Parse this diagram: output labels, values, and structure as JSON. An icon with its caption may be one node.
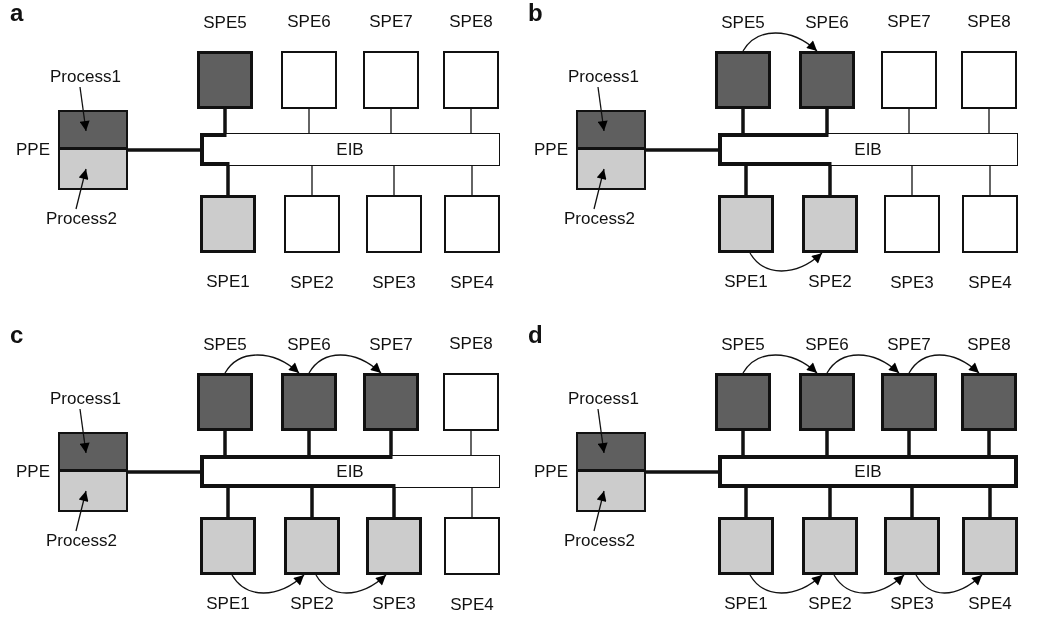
{
  "diagram": {
    "nodes": [
      {
        "text": [
          "PPE"
        ]
      },
      {
        "text": [],
        "shape": "box",
        "in": 0
      },
      {
        "text": [],
        "shape": "box",
        "in": 0
      },
      {
        "text": [
          "Process1"
        ]
      },
      {
        "text": [
          "Process2"
        ]
      },
      {
        "text": [
          "SPE5"
        ]
      },
      {
        "text": [
          "SPE6"
        ]
      },
      {
        "text": [
          "SPE7"
        ]
      },
      {
        "text": [
          "SPE8"
        ]
      },
      {
        "text": [
          "EIB"
        ]
      },
      {
        "text": [
          "SPE1"
        ]
      },
      {
        "text": [
          "SPE2"
        ]
      },
      {
        "text": [
          "SPE3"
        ]
      },
      {
        "text": [
          "SPE4"
        ]
      },
      {
        "text": [
          "PPE"
        ]
      },
      {
        "text": [],
        "shape": "box",
        "in": 14
      },
      {
        "text": [],
        "shape": "box",
        "in": 14
      },
      {
        "text": [
          "Process1"
        ]
      },
      {
        "text": [
          "Process2"
        ]
      },
      {
        "text": [
          "SPE5"
        ]
      },
      {
        "text": [
          "SPE6"
        ]
      },
      {
        "text": [
          "SPE7"
        ]
      },
      {
        "text": [
          "SPE8"
        ]
      },
      {
        "text": [
          "EIB"
        ]
      },
      {
        "text": [
          "SPE1"
        ]
      },
      {
        "text": [
          "SPE2"
        ]
      },
      {
        "text": [
          "SPE3"
        ]
      },
      {
        "text": [
          "SPE4"
        ]
      },
      {
        "text": [
          "PPE"
        ]
      },
      {
        "text": [],
        "shape": "box",
        "in": 28
      },
      {
        "text": [],
        "shape": "box",
        "in": 28
      },
      {
        "text": [
          "Process1"
        ]
      },
      {
        "text": [
          "Process2"
        ]
      },
      {
        "text": [
          "SPE5"
        ]
      },
      {
        "text": [
          "SPE6"
        ]
      },
      {
        "text": [
          "SPE7"
        ]
      },
      {
        "text": [
          "SPE8"
        ]
      },
      {
        "text": [
          "EIB"
        ]
      },
      {
        "text": [
          "SPE1"
        ]
      },
      {
        "text": [
          "SPE2"
        ]
      },
      {
        "text": [
          "SPE3"
        ]
      },
      {
        "text": [
          "SPE4"
        ]
      },
      {
        "text": [
          "PPE"
        ]
      },
      {
        "text": [],
        "shape": "box",
        "in": 42
      },
      {
        "text": [],
        "shape": "box",
        "in": 42
      },
      {
        "text": [
          "Process1"
        ]
      },
      {
        "text": [
          "Process2"
        ]
      },
      {
        "text": [
          "SPE5"
        ]
      },
      {
        "text": [
          "SPE6"
        ]
      },
      {
        "text": [
          "SPE7"
        ]
      },
      {
        "text": [
          "SPE8"
        ]
      },
      {
        "text": [
          "EIB"
        ]
      },
      {
        "text": [
          "SPE1"
        ]
      },
      {
        "text": [
          "SPE2"
        ]
      },
      {
        "text": [
          "SPE3"
        ]
      },
      {
        "text": [
          "SPE4"
        ]
      }
    ],
    "edges": [
      {
        "from": 3,
        "to": 1,
        "arrow": "to"
      },
      {
        "from": 4,
        "to": 2,
        "arrow": "to"
      },
      {
        "from": 0,
        "to": 9,
        "arrow": "none",
        "style": "thick"
      },
      {
        "from": 5,
        "to": 9,
        "arrow": "none",
        "style": "thick"
      },
      {
        "from": 6,
        "to": 9,
        "arrow": "none"
      },
      {
        "from": 7,
        "to": 9,
        "arrow": "none"
      },
      {
        "from": 8,
        "to": 9,
        "arrow": "none"
      },
      {
        "from": 10,
        "to": 9,
        "arrow": "none",
        "style": "thick"
      },
      {
        "from": 11,
        "to": 9,
        "arrow": "none"
      },
      {
        "from": 12,
        "to": 9,
        "arrow": "none"
      },
      {
        "from": 13,
        "to": 9,
        "arrow": "none"
      },
      {
        "from": 17,
        "to": 15,
        "arrow": "to"
      },
      {
        "from": 18,
        "to": 16,
        "arrow": "to"
      },
      {
        "from": 14,
        "to": 23,
        "arrow": "none",
        "style": "thick"
      },
      {
        "from": 19,
        "to": 23,
        "arrow": "none",
        "style": "thick"
      },
      {
        "from": 20,
        "to": 23,
        "arrow": "none",
        "style": "thick"
      },
      {
        "from": 21,
        "to": 23,
        "arrow": "none"
      },
      {
        "from": 22,
        "to": 23,
        "arrow": "none"
      },
      {
        "from": 24,
        "to": 23,
        "arrow": "none",
        "style": "thick"
      },
      {
        "from": 25,
        "to": 23,
        "arrow": "none",
        "style": "thick"
      },
      {
        "from": 26,
        "to": 23,
        "arrow": "none"
      },
      {
        "from": 27,
        "to": 23,
        "arrow": "none"
      },
      {
        "from": 19,
        "to": 20,
        "arrow": "to"
      },
      {
        "from": 24,
        "to": 25,
        "arrow": "to"
      },
      {
        "from": 31,
        "to": 29,
        "arrow": "to"
      },
      {
        "from": 32,
        "to": 30,
        "arrow": "to"
      },
      {
        "from": 28,
        "to": 37,
        "arrow": "none",
        "style": "thick"
      },
      {
        "from": 33,
        "to": 37,
        "arrow": "none",
        "style": "thick"
      },
      {
        "from": 34,
        "to": 37,
        "arrow": "none",
        "style": "thick"
      },
      {
        "from": 35,
        "to": 37,
        "arrow": "none",
        "style": "thick"
      },
      {
        "from": 36,
        "to": 37,
        "arrow": "none"
      },
      {
        "from": 38,
        "to": 37,
        "arrow": "none",
        "style": "thick"
      },
      {
        "from": 39,
        "to": 37,
        "arrow": "none",
        "style": "thick"
      },
      {
        "from": 40,
        "to": 37,
        "arrow": "none",
        "style": "thick"
      },
      {
        "from": 41,
        "to": 37,
        "arrow": "none"
      },
      {
        "from": 33,
        "to": 34,
        "arrow": "to"
      },
      {
        "from": 34,
        "to": 35,
        "arrow": "to"
      },
      {
        "from": 38,
        "to": 39,
        "arrow": "to"
      },
      {
        "from": 39,
        "to": 40,
        "arrow": "to"
      },
      {
        "from": 45,
        "to": 43,
        "arrow": "to"
      },
      {
        "from": 46,
        "to": 44,
        "arrow": "to"
      },
      {
        "from": 42,
        "to": 51,
        "arrow": "none",
        "style": "thick"
      },
      {
        "from": 47,
        "to": 51,
        "arrow": "none",
        "style": "thick"
      },
      {
        "from": 48,
        "to": 51,
        "arrow": "none",
        "style": "thick"
      },
      {
        "from": 49,
        "to": 51,
        "arrow": "none",
        "style": "thick"
      },
      {
        "from": 50,
        "to": 51,
        "arrow": "none",
        "style": "thick"
      },
      {
        "from": 52,
        "to": 51,
        "arrow": "none",
        "style": "thick"
      },
      {
        "from": 53,
        "to": 51,
        "arrow": "none",
        "style": "thick"
      },
      {
        "from": 54,
        "to": 51,
        "arrow": "none",
        "style": "thick"
      },
      {
        "from": 55,
        "to": 51,
        "arrow": "none",
        "style": "thick"
      },
      {
        "from": 47,
        "to": 48,
        "arrow": "to"
      },
      {
        "from": 48,
        "to": 49,
        "arrow": "to"
      },
      {
        "from": 49,
        "to": 50,
        "arrow": "to"
      },
      {
        "from": 52,
        "to": 53,
        "arrow": "to"
      },
      {
        "from": 53,
        "to": 54,
        "arrow": "to"
      },
      {
        "from": 54,
        "to": 55,
        "arrow": "to"
      }
    ],
    "labels": [
      "a",
      "b",
      "c",
      "d"
    ]
  }
}
